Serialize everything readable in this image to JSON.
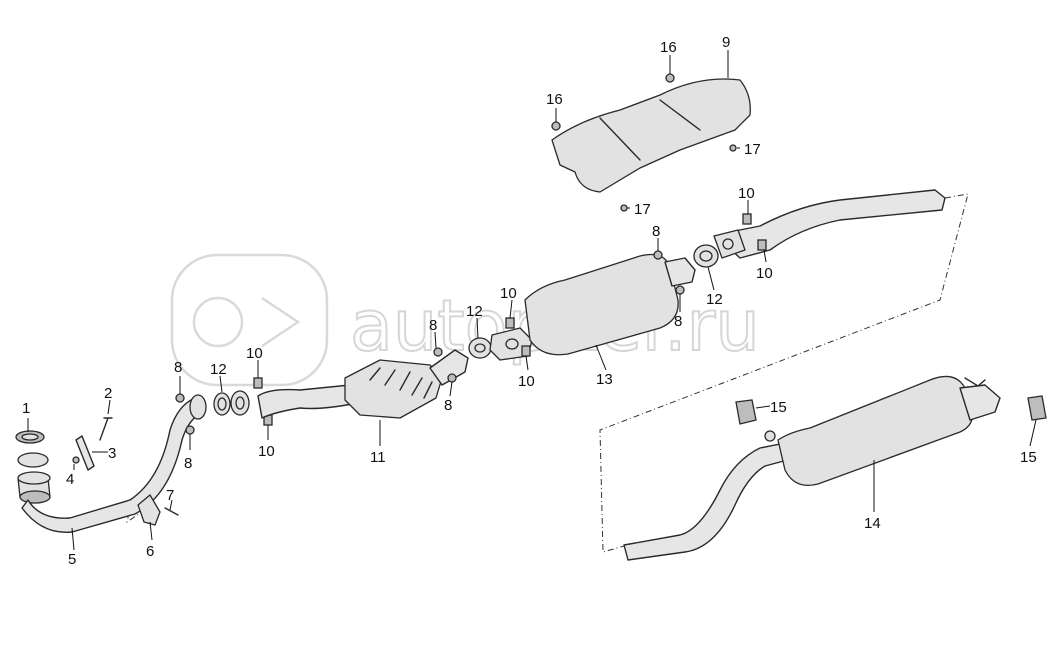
{
  "watermark": {
    "text": "autopiter.ru"
  },
  "callouts": {
    "c1": "1",
    "c2": "2",
    "c3": "3",
    "c4": "4",
    "c5": "5",
    "c6": "6",
    "c7": "7",
    "c8a": "8",
    "c8b": "8",
    "c8c": "8",
    "c8d": "8",
    "c8e": "8",
    "c9": "9",
    "c10a": "10",
    "c10b": "10",
    "c10c": "10",
    "c10d": "10",
    "c10e": "10",
    "c10f": "10",
    "c11": "11",
    "c12a": "12",
    "c12b": "12",
    "c12c": "12",
    "c13": "13",
    "c14": "14",
    "c15a": "15",
    "c15b": "15",
    "c16a": "16",
    "c16b": "16",
    "c17a": "17",
    "c17b": "17"
  }
}
